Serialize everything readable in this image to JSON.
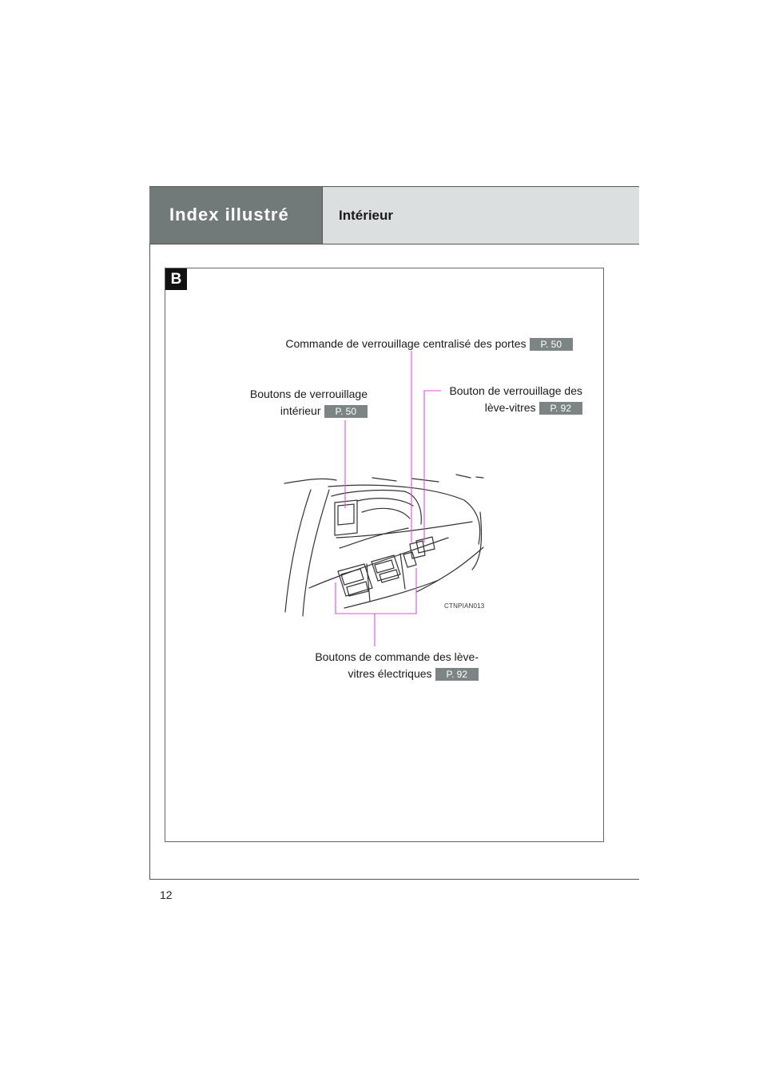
{
  "header": {
    "section_title": "Index illustré",
    "subsection_title": "Intérieur"
  },
  "panel": {
    "badge": "B",
    "image_code": "CTNPIAN013",
    "callouts": [
      {
        "name": "central-door-lock-switch",
        "text": "Commande de verrouillage centralisé des portes",
        "ref": "P. 50"
      },
      {
        "name": "inside-lock-buttons",
        "line1": "Boutons de verrouillage",
        "line2": "intérieur",
        "ref": "P. 50"
      },
      {
        "name": "window-lock-switch",
        "line1": "Bouton de verrouillage des",
        "line2": "lève-vitres",
        "ref": "P. 92"
      },
      {
        "name": "power-window-switches",
        "line1": "Boutons de commande des lève-",
        "line2": "vitres électriques",
        "ref": "P. 92"
      }
    ]
  },
  "page_number": "12",
  "colors": {
    "section_tab": "#717a78",
    "subsection_bg": "#dcdfe0",
    "page_ref_bg": "#7c8584",
    "leader_line": "#e04fd6"
  }
}
